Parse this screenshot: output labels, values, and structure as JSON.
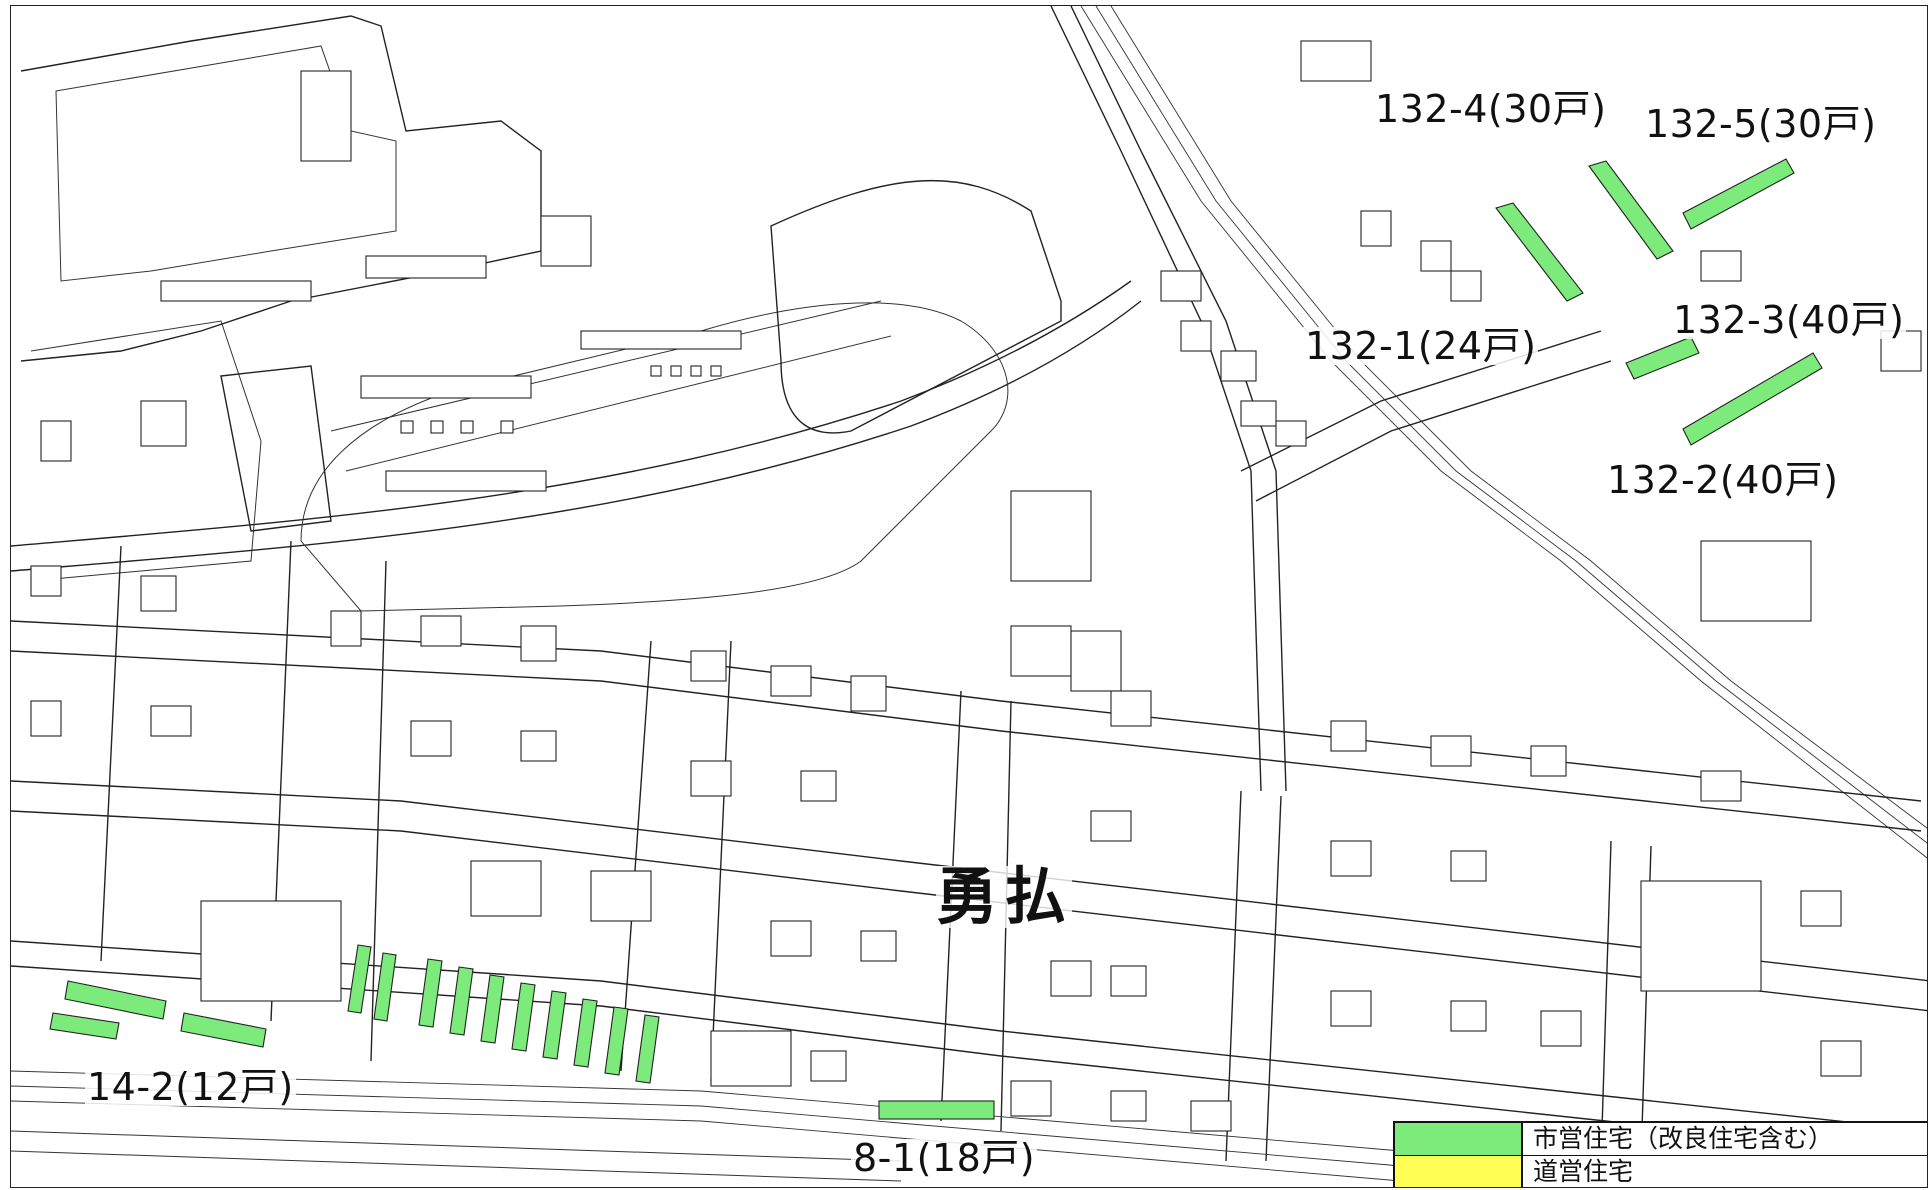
{
  "colors": {
    "municipal": "#7CEB7C",
    "prefectural": "#FFFF55"
  },
  "area_name": "勇払",
  "labels": {
    "l_132_4": "132-4(30戸)",
    "l_132_5": "132-5(30戸)",
    "l_132_1": "132-1(24戸)",
    "l_132_3": "132-3(40戸)",
    "l_132_2": "132-2(40戸)",
    "l_14_2": "14-2(12戸)",
    "l_8_1": "8-1(18戸)"
  },
  "legend": {
    "items": [
      {
        "label": "市営住宅（改良住宅含む）",
        "color": "#7CEB7C"
      },
      {
        "label": "道営住宅",
        "color": "#FFFF55"
      }
    ]
  }
}
